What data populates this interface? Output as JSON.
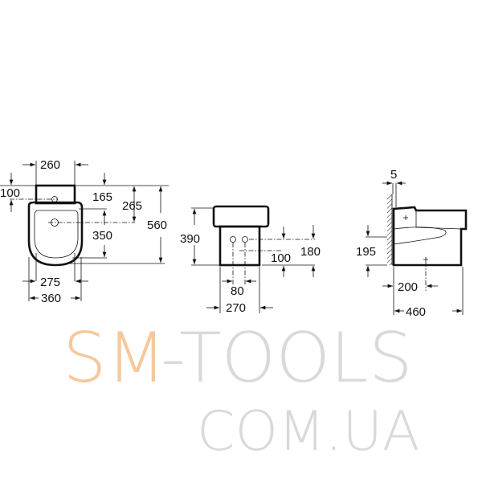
{
  "front_view": {
    "width_top": "260",
    "depth_top": "100",
    "offset_165": "165",
    "offset_265": "265",
    "length_350": "350",
    "length_total": "560",
    "width_275": "275",
    "width_360": "360"
  },
  "rear_view": {
    "height": "390",
    "tap_height_180": "180",
    "tap_height_100": "100",
    "tap_spacing": "80",
    "width": "270"
  },
  "side_view": {
    "wall_gap": "5",
    "outlet_height": "195",
    "outlet_distance": "200",
    "depth": "460"
  },
  "watermark": {
    "brand_a": "SM",
    "brand_b": "-TOOLS",
    "domain": "COM.UA",
    "color_a": "#f6c89c",
    "color_b": "#d9d9d9"
  }
}
